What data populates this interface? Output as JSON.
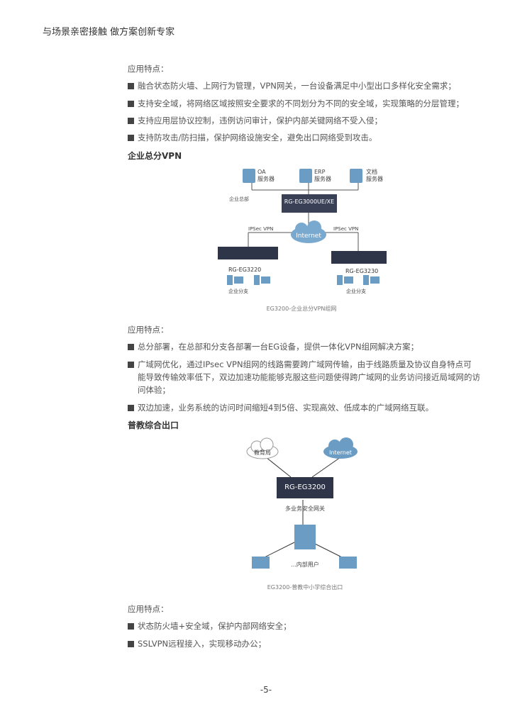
{
  "header": "与场景亲密接触  做方案创新专家",
  "section1": {
    "features_label": "应用特点：",
    "bullets": [
      "融合状态防火墙、上网行为管理，VPN网关，一台设备满足中小型出口多样化安全需求；",
      "支持安全域，将网络区域按照安全要求的不同划分为不同的安全域，实现策略的分层管理；",
      "支持应用层协议控制，违例访问审计，保护内部关键网络不受入侵；",
      "支持防攻击/防扫描，保护网络设施安全，避免出口网络受到攻击。"
    ]
  },
  "section2": {
    "title": "企业总分VPN",
    "diagram": {
      "servers": [
        {
          "l1": "OA",
          "l2": "服务器"
        },
        {
          "l1": "ERP",
          "l2": "服务器"
        },
        {
          "l1": "文档",
          "l2": "服务器"
        }
      ],
      "hq_label": "企业总部",
      "core": "RG-EG3000UE/XE",
      "internet": "Internet",
      "vpn_left": "IPSec VPN",
      "vpn_right": "IPSec VPN",
      "branch_left": "RG-EG3220",
      "branch_right": "RG-EG3230",
      "branch_label": "企业分支",
      "caption": "EG3200-企业总分VPN组网"
    },
    "features_label": "应用特点：",
    "bullets": [
      [
        "总分部署，在总部和分支各部署一台EG设备，提供一体化VPN组网解决方案；"
      ],
      [
        "广域网优化，通过IPsec VPN组网的线路需要跨广域网传输，由于线路质量及协议自身特点可",
        "能导致传输效率低下，双边加速功能能够克服这些问题使得跨广域网的业务访问接近局域网的访",
        "问体验；"
      ],
      [
        "双边加速，业务系统的访问时间缩短4到5倍、实现高效、低成本的广域网络互联。"
      ]
    ]
  },
  "section3": {
    "title": "普教综合出口",
    "diagram": {
      "edu": "教育局",
      "internet": "Internet",
      "device": "RG-EG3200",
      "device_label": "多业务安全网关",
      "users": "...内部用户",
      "caption": "EG3200-普教中小学综合出口"
    },
    "features_label": "应用特点：",
    "bullets": [
      "状态防火墙+安全域，保护内部网络安全；",
      "SSLVPN远程接入，实现移动办公；"
    ]
  },
  "page_number": "-5-"
}
